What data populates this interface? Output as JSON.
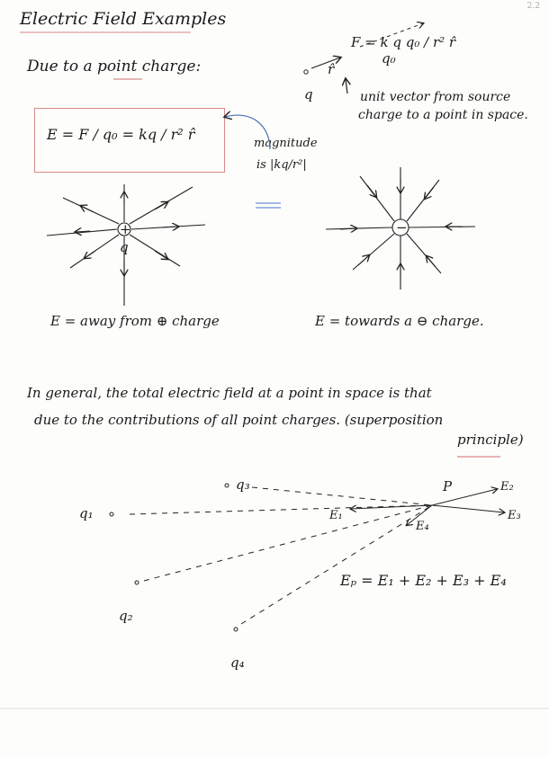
{
  "page": {
    "title": "Electric Field Examples",
    "page_number": "2.2",
    "due_to_point_charge": "Due to a point charge:",
    "force_equation": "F = k q q₀ / r²  r̂",
    "q0_label": "q₀",
    "q_label": "q",
    "rhat_label": "r̂",
    "unit_vector_note_1": "unit vector from source",
    "unit_vector_note_2": "charge to a point in space.",
    "field_equation": "E = F / q₀ = kq / r²  r̂",
    "magnitude_note_1": "magnitude",
    "magnitude_note_2": "is |kq/r²|",
    "positive_sign": "+",
    "negative_sign": "−",
    "positive_caption": "E = away from ⊕ charge",
    "negative_caption": "E = towards a ⊖ charge.",
    "general_line_1": "In general, the total electric field at a point in space is that",
    "general_line_2": "due to the contributions of all point charges. (superposition",
    "general_line_3": "principle)",
    "charges": [
      "q₁",
      "q₂",
      "q₃",
      "q₄"
    ],
    "point_label": "P",
    "field_vectors": [
      "E₁",
      "E₂",
      "E₃",
      "E₄"
    ],
    "superposition_equation": "Eₚ = E₁ + E₂ + E₃ + E₄"
  }
}
